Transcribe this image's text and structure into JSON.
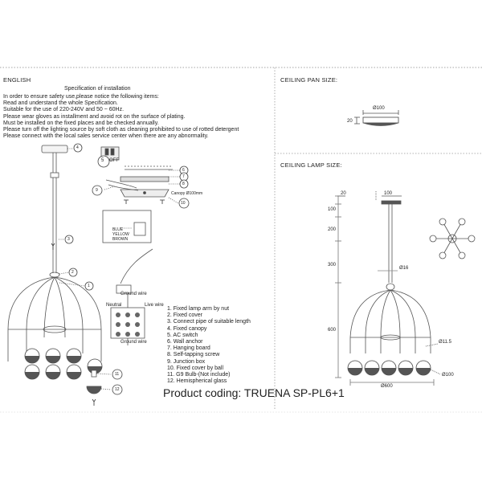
{
  "language_label": "ENGLISH",
  "spec_title": "Specification of installation",
  "instructions": [
    "In order to ensure safety use,please notice the following items:",
    "Read and understand the whole Specification.",
    "Suitable for the use of 220-240V and 50 ~ 60Hz.",
    "Please wear gloves as installment and avoid rot on the surface of plating.",
    "Must be installed on the fixed places and be checked annually.",
    "Please turn off the lighting source by soft cloth as cleaning prohibited to use of rotted detergent",
    "Please connect with the local sales service center when there are any abnormality."
  ],
  "ceiling_pan_title": "CEILING PAN SIZE:",
  "ceiling_pan_dims": {
    "diameter": "Ø100",
    "height": "20"
  },
  "ceiling_lamp_title": "CEILING LAMP SIZE:",
  "lamp_dims": {
    "top_gap": "20",
    "canopy_width": "100",
    "v_100": "100",
    "v_200": "200",
    "v_300": "300",
    "v_600": "600",
    "rod_diameter": "Ø16",
    "arm_diameter": "Ø11.5",
    "total_width": "Ø600",
    "globe_diameter": "Ø100"
  },
  "callouts": [
    "1",
    "2",
    "3",
    "4",
    "5",
    "6",
    "7",
    "8",
    "9",
    "10",
    "11",
    "12"
  ],
  "switch_label": "OFF",
  "canopy_label": "Canopy Ø100mm",
  "wire_colors": [
    "BLUE",
    "YELLOW",
    "BROWN"
  ],
  "wiring": {
    "ground_wire_top": "Ground wire",
    "neutral": "Neutral",
    "live_wire": "Live wire",
    "ground_wire_bottom": "Ground wire"
  },
  "parts": [
    "1. Fixed lamp arm by nut",
    "2. Fixed cover",
    "3. Connect pipe of suitable length",
    "4. Fixed canopy",
    "5. AC switch",
    "6. Wall anchor",
    "7. Hanging board",
    "8. Self-tapping screw",
    "9. Junction box",
    "10. Fixed cover by ball",
    "11. G9 Bulb-(Not include)",
    "12. Hemispherical glass"
  ],
  "product_coding": "Product coding: TRUENA SP-PL6+1"
}
